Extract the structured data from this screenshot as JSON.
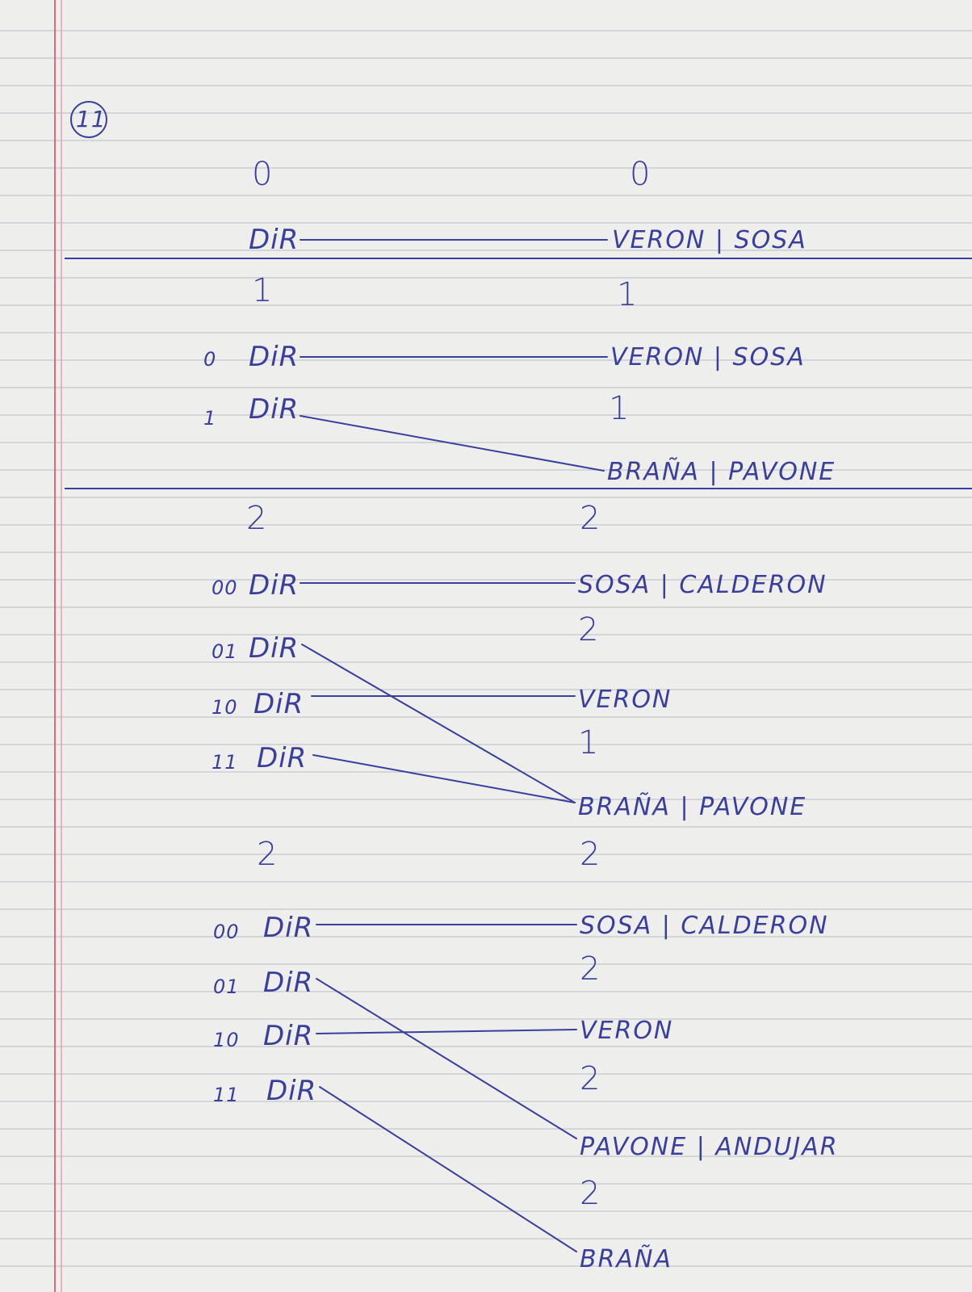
{
  "exercise_number": "11",
  "ink_color": "#3a3f9e",
  "paper": {
    "background": "#eeeeec",
    "rule_color": "#b9bcc4",
    "margin_color": "#e06a78"
  },
  "sections": [
    {
      "left_depth": "0",
      "right_depth": "0",
      "dirs": [
        {
          "index": "",
          "label": "DiR",
          "target": 0
        }
      ],
      "buckets": [
        {
          "depth": "",
          "records": "VERON | SOSA"
        }
      ]
    },
    {
      "left_depth": "1",
      "right_depth": "1",
      "dirs": [
        {
          "index": "0",
          "label": "DiR",
          "target": 0
        },
        {
          "index": "1",
          "label": "DiR",
          "target": 1
        }
      ],
      "buckets": [
        {
          "depth": "",
          "records": "VERON | SOSA"
        },
        {
          "depth": "1",
          "records": "BRAÑA | PAVONE"
        }
      ]
    },
    {
      "left_depth": "2",
      "right_depth": "2",
      "dirs": [
        {
          "index": "00",
          "label": "DiR",
          "target": 0
        },
        {
          "index": "01",
          "label": "DiR",
          "target": 2
        },
        {
          "index": "10",
          "label": "DiR",
          "target": 1
        },
        {
          "index": "11",
          "label": "DiR",
          "target": 2
        }
      ],
      "buckets": [
        {
          "depth": "",
          "records": "SOSA | CALDERON"
        },
        {
          "depth": "2",
          "records": "VERON"
        },
        {
          "depth": "1",
          "records": "BRAÑA | PAVONE"
        }
      ]
    },
    {
      "left_depth": "2",
      "right_depth": "2",
      "dirs": [
        {
          "index": "00",
          "label": "DiR",
          "target": 0
        },
        {
          "index": "01",
          "label": "DiR",
          "target": 2
        },
        {
          "index": "10",
          "label": "DiR",
          "target": 1
        },
        {
          "index": "11",
          "label": "DiR",
          "target": 3
        }
      ],
      "buckets": [
        {
          "depth": "",
          "records": "SOSA | CALDERON"
        },
        {
          "depth": "2",
          "records": "VERON"
        },
        {
          "depth": "2",
          "records": "PAVONE | ANDUJAR"
        },
        {
          "depth": "2",
          "records": "BRAÑA"
        }
      ]
    }
  ]
}
